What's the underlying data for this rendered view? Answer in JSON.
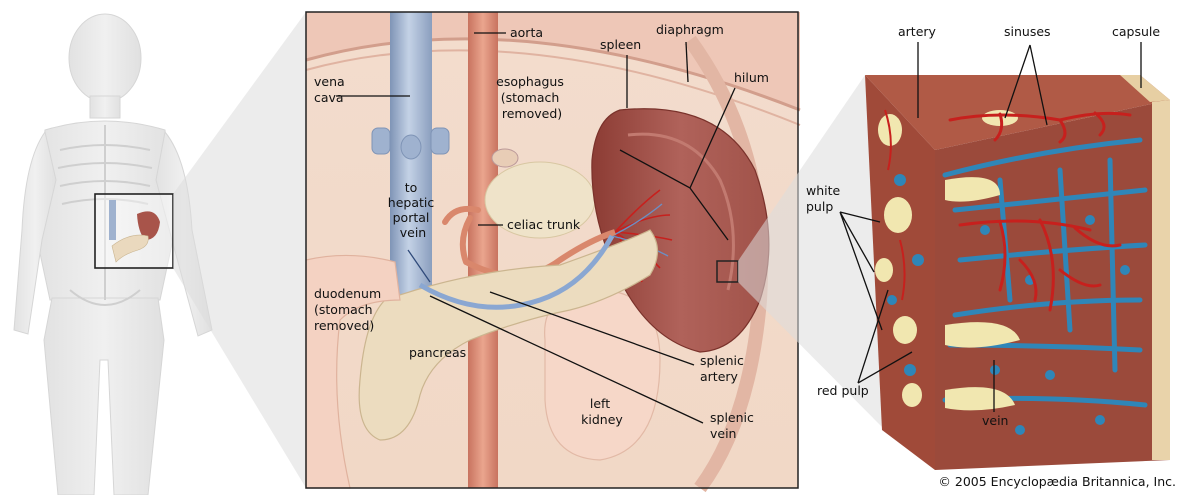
{
  "inset_labels": {
    "aorta": "aorta",
    "vena_cava": [
      "vena",
      "cava"
    ],
    "esophagus": [
      "esophagus",
      "(stomach",
      "removed)"
    ],
    "spleen": "spleen",
    "diaphragm": "diaphragm",
    "hilum": "hilum",
    "to_hepatic_portal_vein": [
      "to",
      "hepatic",
      "portal",
      "vein"
    ],
    "celiac_trunk": "celiac trunk",
    "duodenum": [
      "duodenum",
      "(stomach",
      "removed)"
    ],
    "pancreas": "pancreas",
    "splenic_artery": [
      "splenic",
      "artery"
    ],
    "left_kidney": [
      "left",
      "kidney"
    ],
    "splenic_vein": [
      "splenic",
      "vein"
    ]
  },
  "block_labels": {
    "artery": "artery",
    "sinuses": "sinuses",
    "capsule": "capsule",
    "white_pulp": [
      "white",
      "pulp"
    ],
    "red_pulp": "red pulp",
    "vein": "vein"
  },
  "copyright": "© 2005 Encyclopædia Britannica, Inc.",
  "colors": {
    "spleen": "#a8544a",
    "pancreas": "#ead9be",
    "aorta": "#d98970",
    "vena_cava": "#9fb2cf",
    "blood_red": "#c7201d",
    "sinus_blue": "#2f86b8",
    "white_pulp": "#f1e7b0",
    "tissue": "#9a4b3c"
  }
}
